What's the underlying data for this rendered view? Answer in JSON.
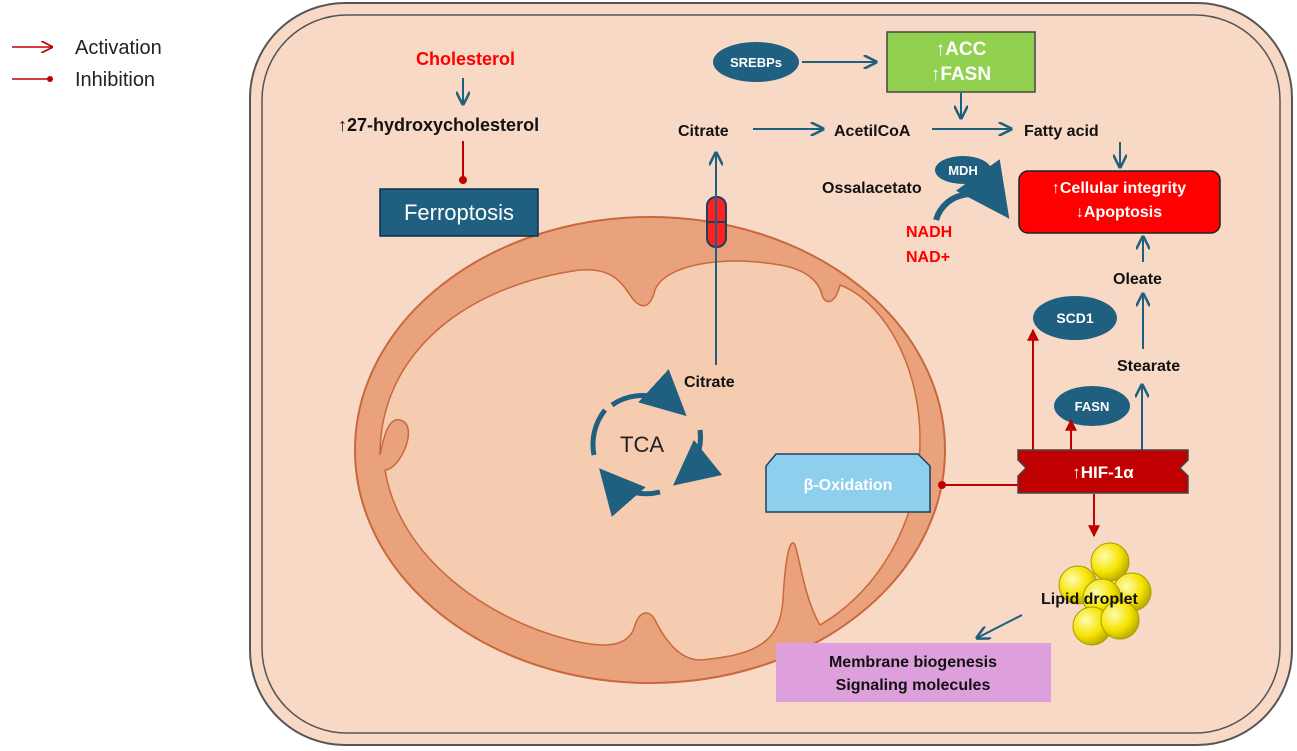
{
  "legend": {
    "activation": "Activation",
    "inhibition": "Inhibition"
  },
  "labels": {
    "cholesterol": "Cholesterol",
    "hydroxycholesterol": "↑27-hydroxycholesterol",
    "ferroptosis": "Ferroptosis",
    "srebps": "SREBPs",
    "acc": "↑ACC",
    "fasn_top": "↑FASN",
    "citrate_cyto": "Citrate",
    "acetilcoa": "AcetilCoA",
    "fatty_acid": "Fatty acid",
    "mdh": "MDH",
    "ossalacetato": "Ossalacetato",
    "nadh": "NADH",
    "nad": "NAD+",
    "cellular_integrity": "↑Cellular integrity",
    "apoptosis": "↓Apoptosis",
    "oleate": "Oleate",
    "scd1": "SCD1",
    "stearate": "Stearate",
    "fasn": "FASN",
    "hif": "↑HIF-1α",
    "beta_oxidation": "β-Oxidation",
    "citrate_mito": "Citrate",
    "tca": "TCA",
    "lipid_droplet": "Lipid droplet",
    "membrane_biogenesis": "Membrane biogenesis",
    "signaling_molecules": "Signaling molecules"
  },
  "colors": {
    "activation": "#c00000",
    "inhibition": "#c00000",
    "pathway_arrow": "#1f5f7f",
    "cell_fill": "#f8d9c6",
    "cell_border": "#555555",
    "mito_outer": "#e9a27c",
    "mito_inner": "#f6ccb0",
    "node_blue": "#1f5f7f",
    "acc_box": "#92d050",
    "integrity_box": "#ff0000",
    "hif_box": "#c00000",
    "beta_box": "#8fcfee",
    "membrane_box": "#dda0dd",
    "lipid": "#f5e400",
    "highlight_text": "#ff0000"
  }
}
